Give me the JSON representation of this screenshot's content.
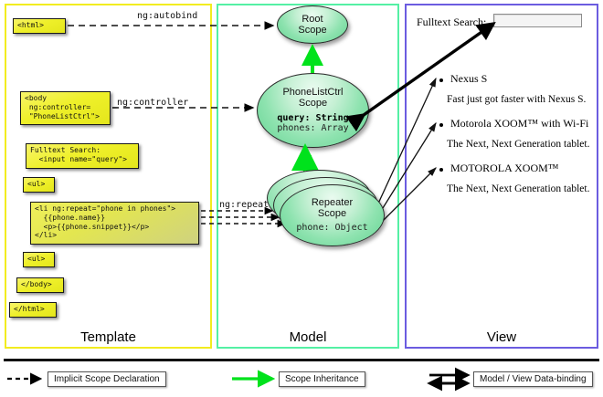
{
  "panels": {
    "template": {
      "label": "Template",
      "border_color": "#f2ec1f"
    },
    "model": {
      "label": "Model",
      "border_color": "#54f0a4"
    },
    "view": {
      "label": "View",
      "border_color": "#6b5ce0"
    }
  },
  "template_code": {
    "html_open": "<html>",
    "body_open": "<body\n ng:controller=\n \"PhoneListCtrl\">",
    "search": "Fulltext Search:\n  <input name=\"query\">",
    "ul_open": "<ul>",
    "li_block": "<li ng:repeat=\"phone in phones\">\n  {{phone.name}}\n  <p>{{phone.snippet}}</p>\n</li>",
    "ul_close": "<ul>",
    "body_close": "</body>",
    "html_close": "</html>"
  },
  "edge_labels": {
    "autobind": "ng:autobind",
    "controller": "ng:controller",
    "repeat": "ng:repeat"
  },
  "model_scopes": [
    {
      "name": "Root\nScope",
      "name_lines": [
        "Root",
        "Scope"
      ],
      "props": []
    },
    {
      "name": "PhoneListCtrl Scope",
      "name_lines": [
        "PhoneListCtrl",
        "Scope"
      ],
      "props": [
        {
          "key": "query:",
          "type": "String",
          "bold": true
        },
        {
          "key": "phones:",
          "type": "Array",
          "bold": false
        }
      ]
    },
    {
      "name": "Repeater Scope",
      "name_lines": [
        "Repeater",
        "Scope"
      ],
      "props": [
        {
          "key": "phone:",
          "type": "Object",
          "bold": false
        }
      ],
      "stacked": true,
      "stack_count": 3
    }
  ],
  "view": {
    "search_label": "Fulltext Search:",
    "search_value": "",
    "search_placeholder": "",
    "items": [
      {
        "title": "Nexus S",
        "snippet": "Fast just got faster with Nexus S."
      },
      {
        "title": "Motorola XOOM™  with Wi-Fi",
        "snippet": "The Next, Next Generation tablet."
      },
      {
        "title": "MOTOROLA XOOM™",
        "snippet": "The Next, Next Generation tablet."
      }
    ]
  },
  "legend": [
    {
      "label": "Implicit Scope Declaration",
      "arrow": "dashed-arrow",
      "color": "#000000"
    },
    {
      "label": "Scope Inheritance",
      "arrow": "solid-arrow",
      "color": "#00e21c"
    },
    {
      "label": "Model / View Data-binding",
      "arrow": "double-arrow",
      "color": "#000000"
    }
  ],
  "colors": {
    "code_fill": "#eff02a",
    "scope_fill": "#8fe3b0",
    "inheritance": "#00e21c",
    "template_border": "#f2ec1f",
    "model_border": "#54f0a4",
    "view_border": "#6b5ce0"
  }
}
